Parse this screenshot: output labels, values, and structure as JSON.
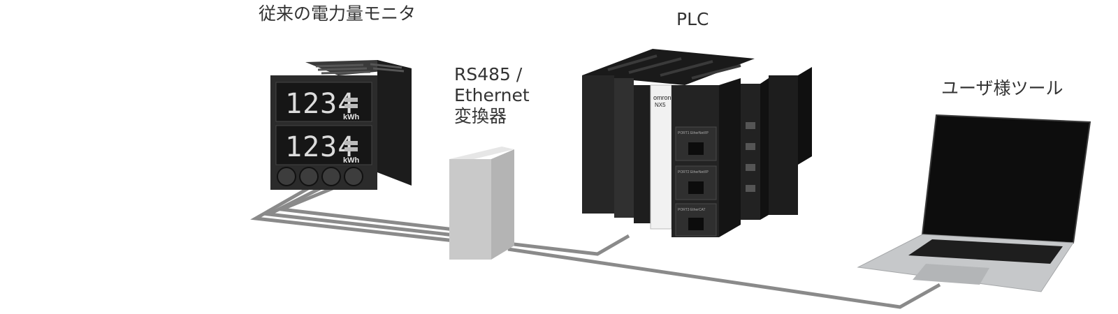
{
  "labels": {
    "power_monitor": "従来の電力量モニタ",
    "plc": "PLC",
    "converter": [
      "RS485 /",
      "Ethernet",
      "変換器"
    ],
    "user_tool": "ユーザ様ツール"
  },
  "power_monitor_display": {
    "row1_value": "1234",
    "row1_unit": "kWh",
    "row2_value": "1234",
    "row2_unit": "kWh"
  },
  "plc_unit": {
    "brand": "omron",
    "model": "NX5",
    "port1": "PORT1 EtherNet/IP",
    "port2": "PORT2 EtherNet/IP",
    "port3": "PORT3 EtherCAT"
  },
  "colors": {
    "cable": "#8a8a8a",
    "device_dark": "#2b2b2b",
    "converter": "#c9c9c9",
    "laptop_body": "#c6c8ca",
    "label_text": "#333333"
  }
}
